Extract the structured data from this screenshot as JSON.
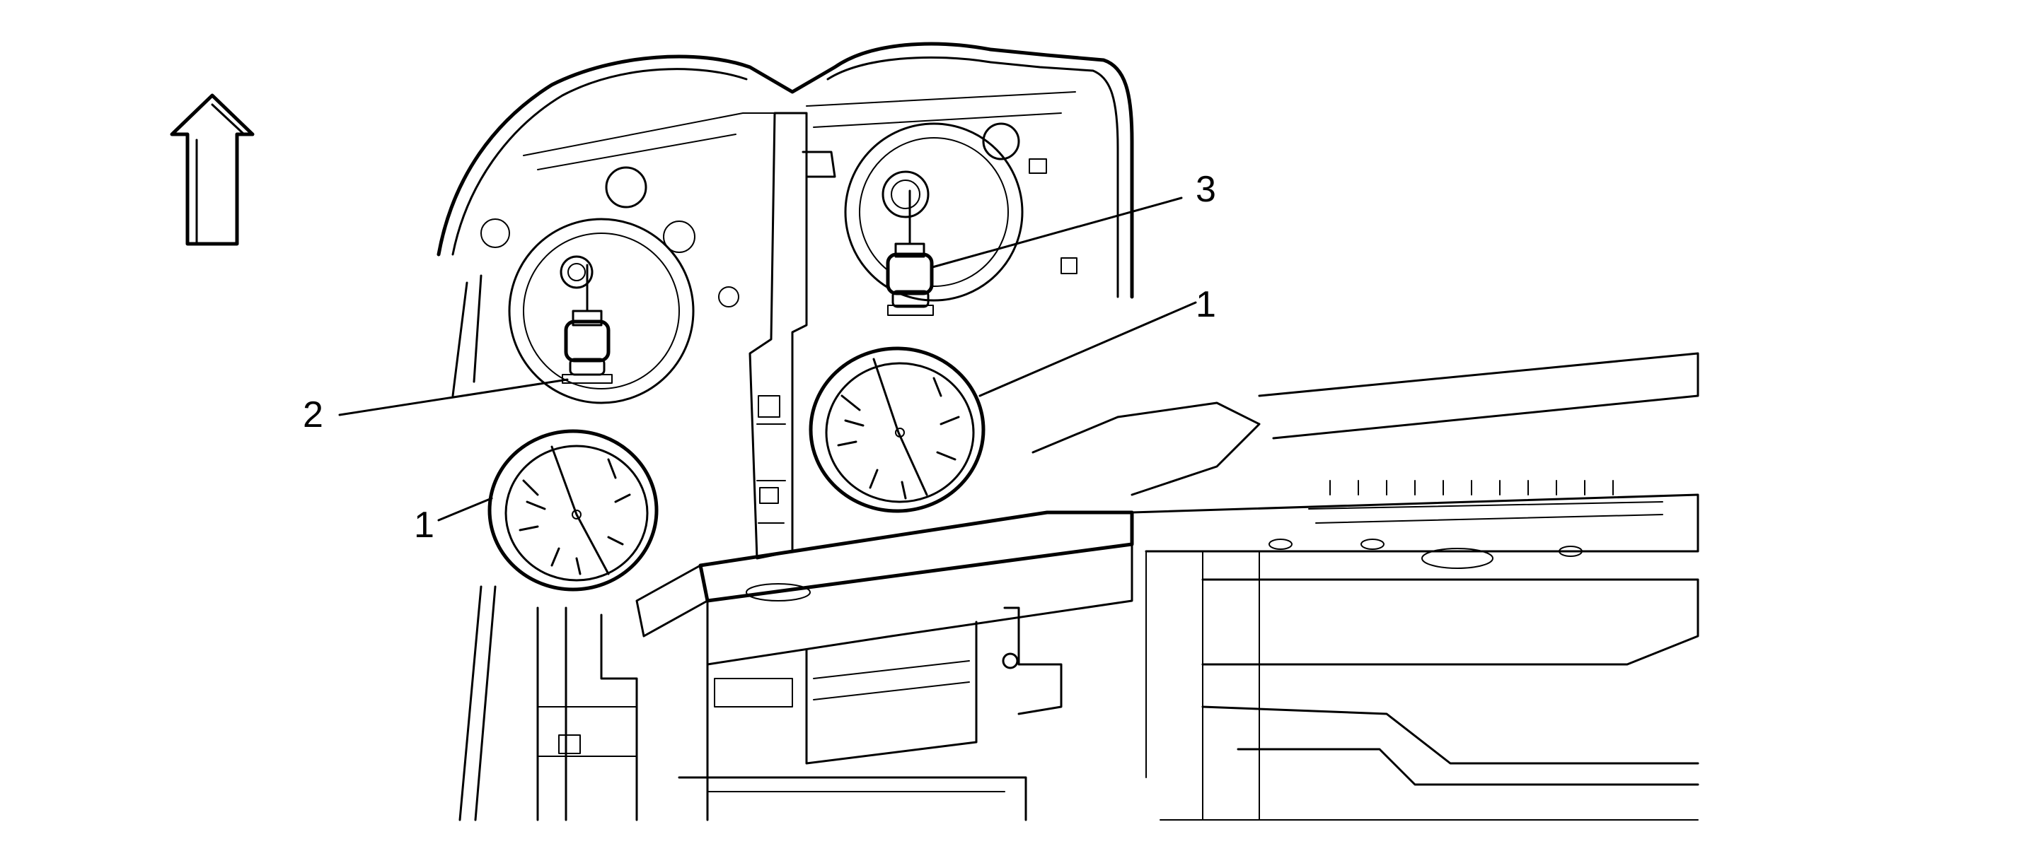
{
  "diagram": {
    "direction_arrow": "up-arrow-icon",
    "callouts": [
      {
        "id": "c1-right",
        "label": "1"
      },
      {
        "id": "c1-left",
        "label": "1"
      },
      {
        "id": "c2",
        "label": "2"
      },
      {
        "id": "c3",
        "label": "3"
      }
    ]
  }
}
